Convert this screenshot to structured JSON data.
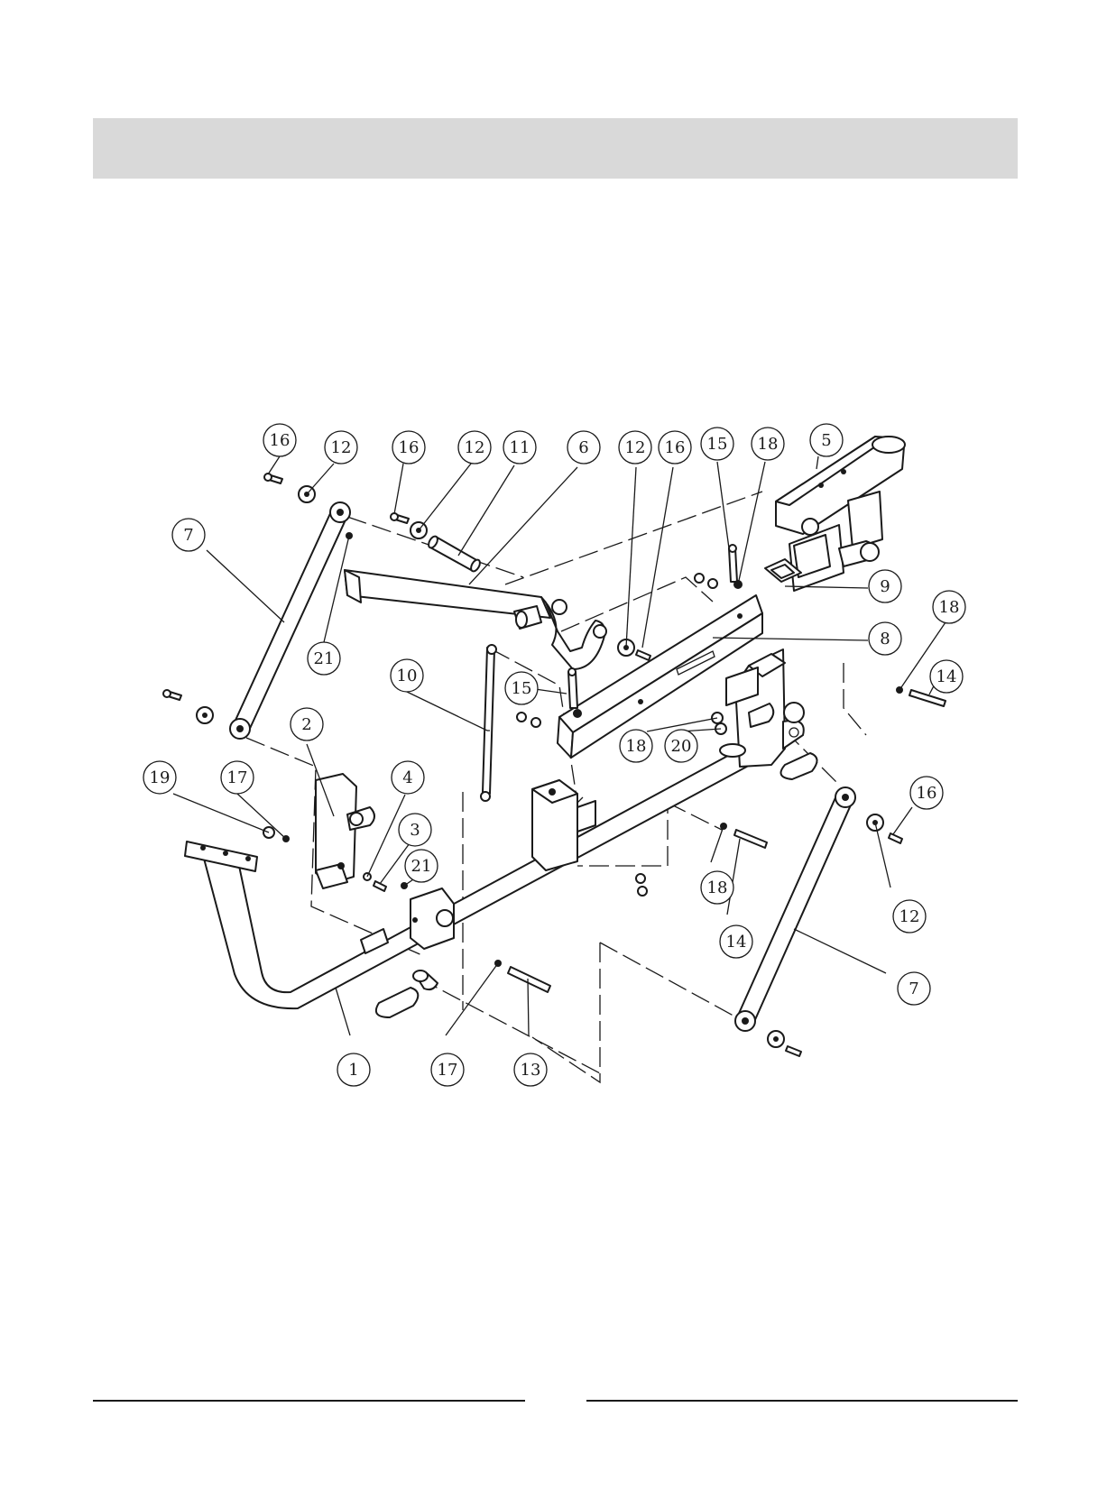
{
  "callouts": [
    {
      "id": "c16a",
      "label": "16"
    },
    {
      "id": "c12a",
      "label": "12"
    },
    {
      "id": "c16b",
      "label": "16"
    },
    {
      "id": "c12b",
      "label": "12"
    },
    {
      "id": "c11",
      "label": "11"
    },
    {
      "id": "c6",
      "label": "6"
    },
    {
      "id": "c12c",
      "label": "12"
    },
    {
      "id": "c16c",
      "label": "16"
    },
    {
      "id": "c15a",
      "label": "15"
    },
    {
      "id": "c18a",
      "label": "18"
    },
    {
      "id": "c5",
      "label": "5"
    },
    {
      "id": "c7a",
      "label": "7"
    },
    {
      "id": "c21a",
      "label": "21"
    },
    {
      "id": "c9",
      "label": "9"
    },
    {
      "id": "c18b",
      "label": "18"
    },
    {
      "id": "c8",
      "label": "8"
    },
    {
      "id": "c14a",
      "label": "14"
    },
    {
      "id": "c10",
      "label": "10"
    },
    {
      "id": "c15b",
      "label": "15"
    },
    {
      "id": "c2",
      "label": "2"
    },
    {
      "id": "c18c",
      "label": "18"
    },
    {
      "id": "c20",
      "label": "20"
    },
    {
      "id": "c19",
      "label": "19"
    },
    {
      "id": "c17a",
      "label": "17"
    },
    {
      "id": "c4",
      "label": "4"
    },
    {
      "id": "c3",
      "label": "3"
    },
    {
      "id": "c21b",
      "label": "21"
    },
    {
      "id": "c16d",
      "label": "16"
    },
    {
      "id": "c18d",
      "label": "18"
    },
    {
      "id": "c12d",
      "label": "12"
    },
    {
      "id": "c14b",
      "label": "14"
    },
    {
      "id": "c7b",
      "label": "7"
    },
    {
      "id": "c1",
      "label": "1"
    },
    {
      "id": "c17b",
      "label": "17"
    },
    {
      "id": "c13",
      "label": "13"
    }
  ]
}
